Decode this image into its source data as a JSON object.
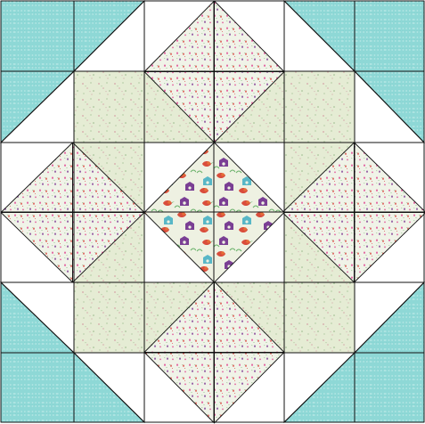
{
  "colors": {
    "background": "#ffffff",
    "aqua_fabric": "#8ed8d6",
    "aqua_stripe": "#d8f4f2",
    "sage_fabric": "#e5ecd4",
    "sage_dot_1": "#d5a4a7",
    "sage_dot_2": "#98b98a",
    "cream_fabric": "#f0f3e8",
    "center_fabric": "#eef1e2",
    "seam": "#111111",
    "berry_pink": "#df3d8d",
    "berry_red": "#dd4a47",
    "berry_purple": "#7e3a93",
    "leaf_green": "#6eb46e",
    "bird_red": "#d94d3c",
    "bird_orange": "#e56d37",
    "birdhouse_purple": "#7a3f94",
    "birdhouse_blue": "#58b7c7"
  },
  "fabrics": {
    "corner_units": "aqua-stripe-fabric",
    "side_blocks": "sage-floral-fabric",
    "diamond_units": "cream-berry-fabric",
    "center_block": "bird-and-birdhouse-print"
  }
}
